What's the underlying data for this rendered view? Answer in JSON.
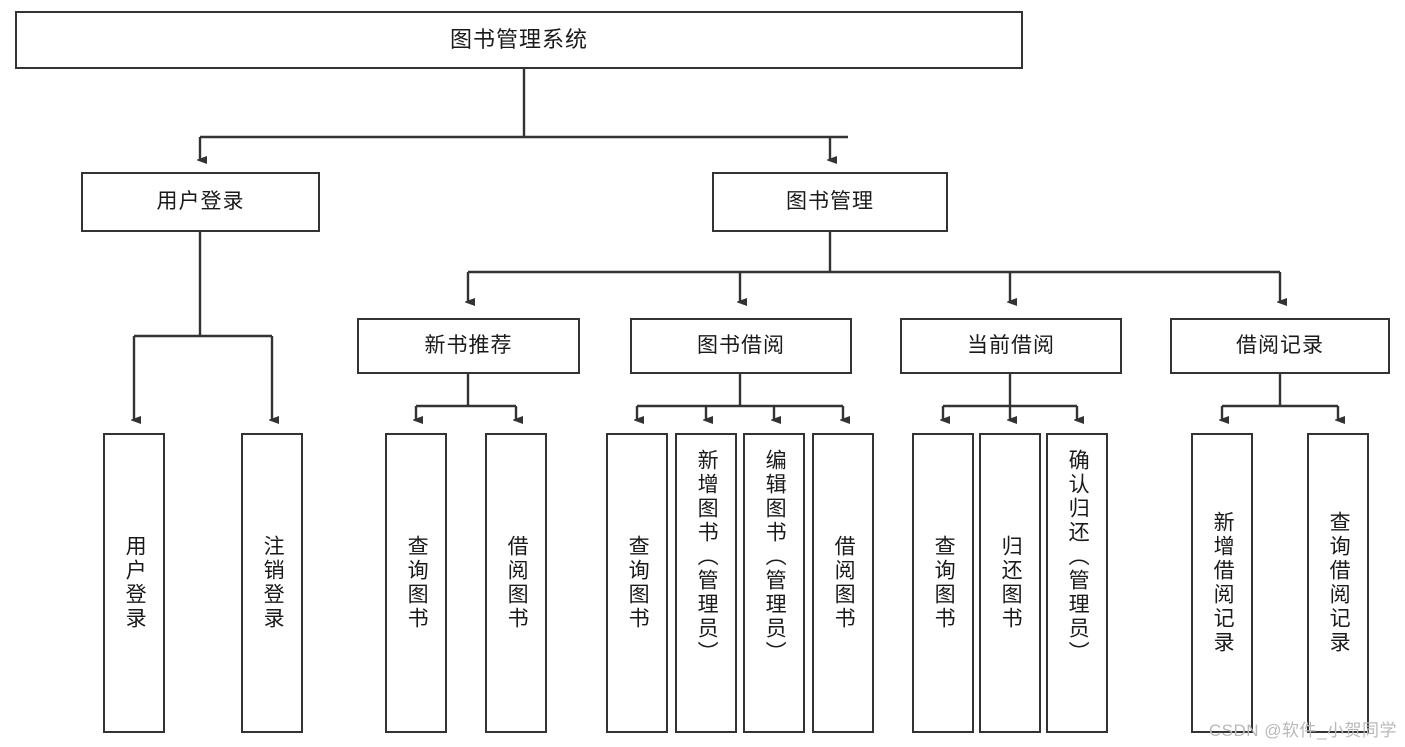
{
  "diagram": {
    "type": "tree-hierarchy",
    "title": "图书管理系统",
    "orientation": "top-down",
    "colors": {
      "box_border": "#333333",
      "box_fill": "#ffffff",
      "connector": "#333333",
      "text": "#1a1a1a",
      "watermark": "#b9b9b9",
      "background": "#ffffff"
    },
    "root": {
      "label": "图书管理系统"
    },
    "level2": [
      {
        "id": "user-login",
        "label": "用户登录"
      },
      {
        "id": "book-manage",
        "label": "图书管理"
      }
    ],
    "level3": [
      {
        "id": "new-book-recommend",
        "label": "新书推荐"
      },
      {
        "id": "book-borrow",
        "label": "图书借阅"
      },
      {
        "id": "current-borrow",
        "label": "当前借阅"
      },
      {
        "id": "borrow-record",
        "label": "借阅记录"
      }
    ],
    "leaves": [
      {
        "id": "leaf-user-login",
        "label": "用户登录",
        "parent": "user-login"
      },
      {
        "id": "leaf-logout-login",
        "label": "注销登录",
        "parent": "user-login"
      },
      {
        "id": "leaf-query-book-1",
        "label": "查询图书",
        "parent": "new-book-recommend"
      },
      {
        "id": "leaf-borrow-book-1",
        "label": "借阅图书",
        "parent": "new-book-recommend"
      },
      {
        "id": "leaf-query-book-2",
        "label": "查询图书",
        "parent": "book-borrow"
      },
      {
        "id": "leaf-add-book",
        "label": "新增图书（管理员）",
        "parent": "book-borrow"
      },
      {
        "id": "leaf-edit-book",
        "label": "编辑图书（管理员）",
        "parent": "book-borrow"
      },
      {
        "id": "leaf-borrow-book-2",
        "label": "借阅图书",
        "parent": "book-borrow"
      },
      {
        "id": "leaf-query-book-3",
        "label": "查询图书",
        "parent": "current-borrow"
      },
      {
        "id": "leaf-return-book",
        "label": "归还图书",
        "parent": "current-borrow"
      },
      {
        "id": "leaf-confirm-return",
        "label": "确认归还（管理员）",
        "parent": "current-borrow"
      },
      {
        "id": "leaf-add-record",
        "label": "新增借阅记录",
        "parent": "borrow-record"
      },
      {
        "id": "leaf-query-record",
        "label": "查询借阅记录",
        "parent": "borrow-record"
      }
    ]
  },
  "watermark": {
    "text": "CSDN @软件_小贺同学"
  }
}
